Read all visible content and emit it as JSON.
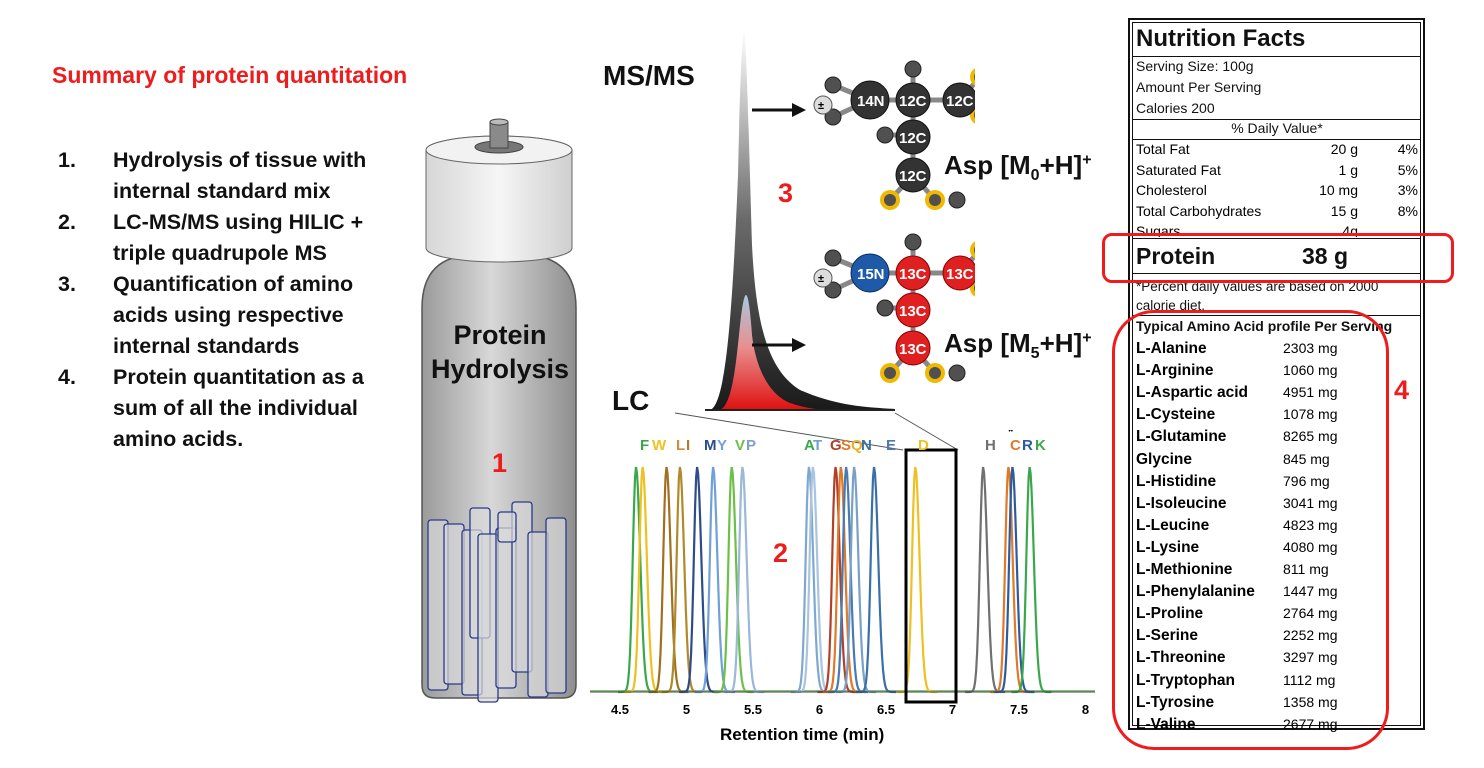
{
  "title": "Summary of protein quantitation",
  "steps": [
    {
      "num": "1.",
      "text": "Hydrolysis of tissue with internal standard mix"
    },
    {
      "num": "2.",
      "text": "LC-MS/MS using HILIC + triple quadrupole MS"
    },
    {
      "num": "3.",
      "text": "Quantification of amino acids using respective internal standards"
    },
    {
      "num": "4.",
      "text": "Protein quantitation as a sum of all the individual amino acids."
    }
  ],
  "vial": {
    "label_line1": "Protein",
    "label_line2": "Hydrolysis",
    "step_number": "1"
  },
  "msms": {
    "label": "MS/MS",
    "lc_label": "LC",
    "step_number": "3",
    "asp_m0": {
      "prefix": "Asp [M",
      "sub": "0",
      "suffix": "+H]",
      "sup": "+"
    },
    "asp_m5": {
      "prefix": "Asp [M",
      "sub": "5",
      "suffix": "+H]",
      "sup": "+"
    },
    "atoms_m0": {
      "n": "14N",
      "c": "12C"
    },
    "atoms_m5": {
      "n": "15N",
      "c": "13C"
    }
  },
  "chromatogram": {
    "step_number": "2",
    "xlabel": "Retention time (min)",
    "xticks": [
      "4.5",
      "5",
      "5.5",
      "6",
      "6.5",
      "7",
      "7.5",
      "8"
    ],
    "asterisk": "*",
    "peak_labels": [
      {
        "text": "F",
        "color": "#3aa84a"
      },
      {
        "text": "W",
        "color": "#f0c020"
      },
      {
        "text": "L",
        "color": "#c8903a"
      },
      {
        "text": "I",
        "color": "#b07a2a"
      },
      {
        "text": "M",
        "color": "#2c4c8c"
      },
      {
        "text": "Y",
        "color": "#6fa0d8"
      },
      {
        "text": "V",
        "color": "#6cc048"
      },
      {
        "text": "P",
        "color": "#7fa0c8"
      },
      {
        "text": "A",
        "color": "#3aa84a"
      },
      {
        "text": "T",
        "color": "#6fa0d8"
      },
      {
        "text": "G",
        "color": "#b0402a"
      },
      {
        "text": "S",
        "color": "#e07a2a"
      },
      {
        "text": "Q",
        "color": "#e8b020"
      },
      {
        "text": "N",
        "color": "#3a70a8"
      },
      {
        "text": "E",
        "color": "#4a7ab0"
      },
      {
        "text": "D",
        "color": "#f0c020"
      },
      {
        "text": "H",
        "color": "#707070"
      },
      {
        "text": "C",
        "color": "#e07a2a"
      },
      {
        "text": "R",
        "color": "#2c5ca0"
      },
      {
        "text": "K",
        "color": "#3aa84a"
      }
    ],
    "chart_data": {
      "type": "line",
      "xlabel": "Retention time (min)",
      "xlim": [
        4.25,
        8.0
      ],
      "series": [
        {
          "label": "F",
          "rt": 4.62,
          "color": "#3aa84a"
        },
        {
          "label": "W",
          "rt": 4.67,
          "color": "#f0c020"
        },
        {
          "label": "L",
          "rt": 4.85,
          "color": "#a07020"
        },
        {
          "label": "I",
          "rt": 4.95,
          "color": "#b08a2a"
        },
        {
          "label": "M",
          "rt": 5.08,
          "color": "#2c4c8c"
        },
        {
          "label": "Y",
          "rt": 5.2,
          "color": "#6fa0d8"
        },
        {
          "label": "V",
          "rt": 5.34,
          "color": "#6cc048"
        },
        {
          "label": "P",
          "rt": 5.42,
          "color": "#9ab8d8"
        },
        {
          "label": "A",
          "rt": 5.92,
          "color": "#7fa8d0"
        },
        {
          "label": "T",
          "rt": 5.95,
          "color": "#a8c4e0"
        },
        {
          "label": "G",
          "rt": 6.12,
          "color": "#b0402a"
        },
        {
          "label": "S",
          "rt": 6.16,
          "color": "#e07a2a"
        },
        {
          "label": "Q",
          "rt": 6.2,
          "color": "#4a7ab0"
        },
        {
          "label": "N",
          "rt": 6.26,
          "color": "#7aa0c8"
        },
        {
          "label": "E",
          "rt": 6.41,
          "color": "#3a70a8"
        },
        {
          "label": "D",
          "rt": 6.72,
          "color": "#f0c020"
        },
        {
          "label": "H",
          "rt": 7.23,
          "color": "#707070"
        },
        {
          "label": "C",
          "rt": 7.42,
          "color": "#e07a2a"
        },
        {
          "label": "R",
          "rt": 7.45,
          "color": "#2c5ca0"
        },
        {
          "label": "K",
          "rt": 7.58,
          "color": "#3aa84a"
        }
      ]
    }
  },
  "nutrition": {
    "title": "Nutrition Facts",
    "serving_size": "Serving Size: 100g",
    "amount_per_serving": "Amount Per Serving",
    "calories": "Calories 200",
    "daily_value_header": "% Daily Value*",
    "rows": [
      {
        "name": "Total Fat",
        "amount": "20 g",
        "pct": "4%"
      },
      {
        "name": "Saturated Fat",
        "amount": "1 g",
        "pct": "5%"
      },
      {
        "name": "Cholesterol",
        "amount": "10 mg",
        "pct": "3%"
      },
      {
        "name": "Total Carbohydrates",
        "amount": "15 g",
        "pct": "8%"
      },
      {
        "name": "Sugars",
        "amount": "4g",
        "pct": ""
      }
    ],
    "protein_label": "Protein",
    "protein_value": "38 g",
    "footnote": "*Percent daily values are based on 2000 calorie diet.",
    "aa_header": "Typical Amino Acid profile Per Serving",
    "step_number": "4",
    "amino_acids": [
      {
        "name": "L-Alanine",
        "value": "2303 mg"
      },
      {
        "name": "L-Arginine",
        "value": "1060 mg"
      },
      {
        "name": "L-Aspartic acid",
        "value": "4951 mg"
      },
      {
        "name": "L-Cysteine",
        "value": "1078 mg"
      },
      {
        "name": "L-Glutamine",
        "value": "8265 mg"
      },
      {
        "name": "Glycine",
        "value": "845 mg"
      },
      {
        "name": "L-Histidine",
        "value": "796 mg"
      },
      {
        "name": "L-Isoleucine",
        "value": "3041 mg"
      },
      {
        "name": "L-Leucine",
        "value": "4823 mg"
      },
      {
        "name": "L-Lysine",
        "value": "4080 mg"
      },
      {
        "name": "L-Methionine",
        "value": "811 mg"
      },
      {
        "name": "L-Phenylalanine",
        "value": "1447 mg"
      },
      {
        "name": "L-Proline",
        "value": "2764 mg"
      },
      {
        "name": "L-Serine",
        "value": "2252 mg"
      },
      {
        "name": "L-Threonine",
        "value": "3297 mg"
      },
      {
        "name": "L-Tryptophan",
        "value": "1112 mg"
      },
      {
        "name": "L-Tyrosine",
        "value": "1358 mg"
      },
      {
        "name": "L-Valine",
        "value": "2677 mg"
      }
    ]
  },
  "colors": {
    "accent_red": "#ee1c1c",
    "atom_gray": "#505050",
    "atom_red": "#e02020",
    "atom_blue": "#1e5aa8",
    "oxygen_ring": "#f0b800"
  }
}
